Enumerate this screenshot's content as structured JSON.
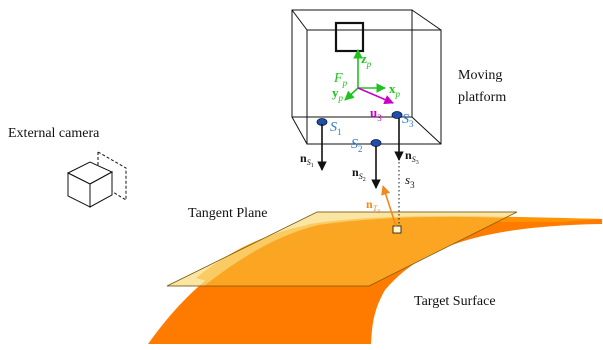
{
  "labels": {
    "external_camera": "External camera",
    "moving_platform_line1": "Moving",
    "moving_platform_line2": "platform",
    "tangent_plane": "Tangent Plane",
    "target_surface": "Target Surface"
  },
  "frame": {
    "name": "F",
    "name_sub": "p",
    "z_axis": "z",
    "z_sub": "p",
    "x_axis": "x",
    "x_sub": "p",
    "y_axis": "y",
    "y_sub": "p"
  },
  "sensors": {
    "s1": {
      "label": "S",
      "sub": "1",
      "normal": "n",
      "normal_sub": "S",
      "normal_subsub": "1"
    },
    "s2": {
      "label": "S",
      "sub": "2",
      "normal": "n",
      "normal_sub": "S",
      "normal_subsub": "2"
    },
    "s3": {
      "label": "S",
      "sub": "3",
      "normal": "n",
      "normal_sub": "S",
      "normal_subsub": "3"
    }
  },
  "vectors": {
    "u3": "u",
    "u3_sub": "3",
    "s3": "s",
    "s3_sub": "3",
    "nT3": "n",
    "nT3_sub": "T",
    "nT3_subsub": "3"
  },
  "colors": {
    "frame_green": "#1ec31e",
    "u_magenta": "#c800c8",
    "sensor_blue": "#2e7bd6",
    "sensor_fill": "#1f4fa8",
    "normal_orange": "#f08a1c",
    "surface_orange": "#ff7b00",
    "plane_yellow": "#f8dc84",
    "overlap_orange": "#fba21c"
  }
}
